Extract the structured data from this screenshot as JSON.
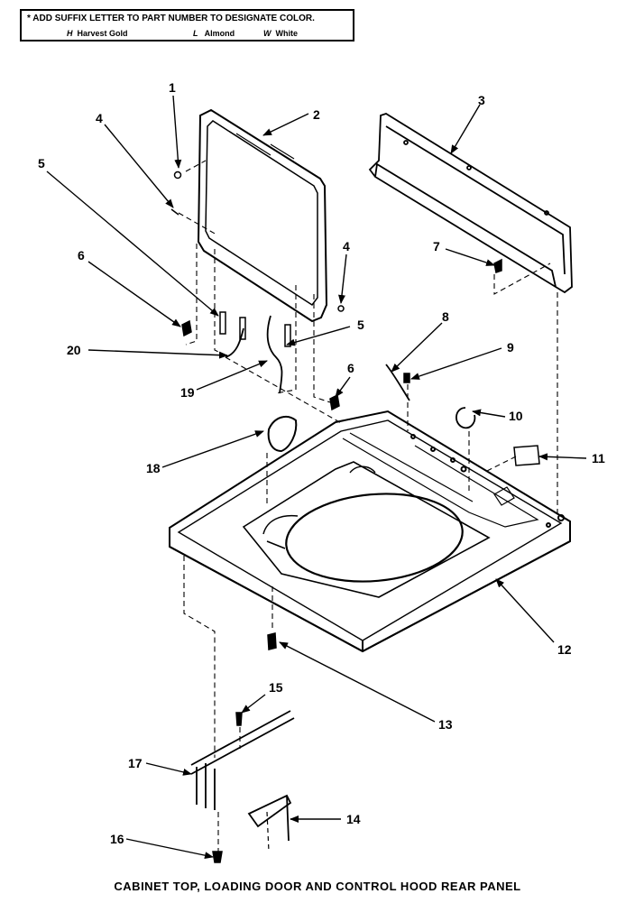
{
  "note": {
    "line1": "* ADD SUFFIX LETTER TO PART  NUMBER TO DESIGNATE COLOR.",
    "colors": [
      {
        "code": "H",
        "name": "Harvest Gold"
      },
      {
        "code": "L",
        "name": "Almond"
      },
      {
        "code": "W",
        "name": "White"
      }
    ]
  },
  "callouts": [
    "1",
    "2",
    "3",
    "4",
    "4",
    "5",
    "5",
    "6",
    "6",
    "7",
    "8",
    "9",
    "10",
    "11",
    "12",
    "13",
    "14",
    "15",
    "16",
    "17",
    "18",
    "19",
    "20"
  ],
  "caption": "CABINET TOP, LOADING DOOR AND CONTROL HOOD REAR PANEL"
}
